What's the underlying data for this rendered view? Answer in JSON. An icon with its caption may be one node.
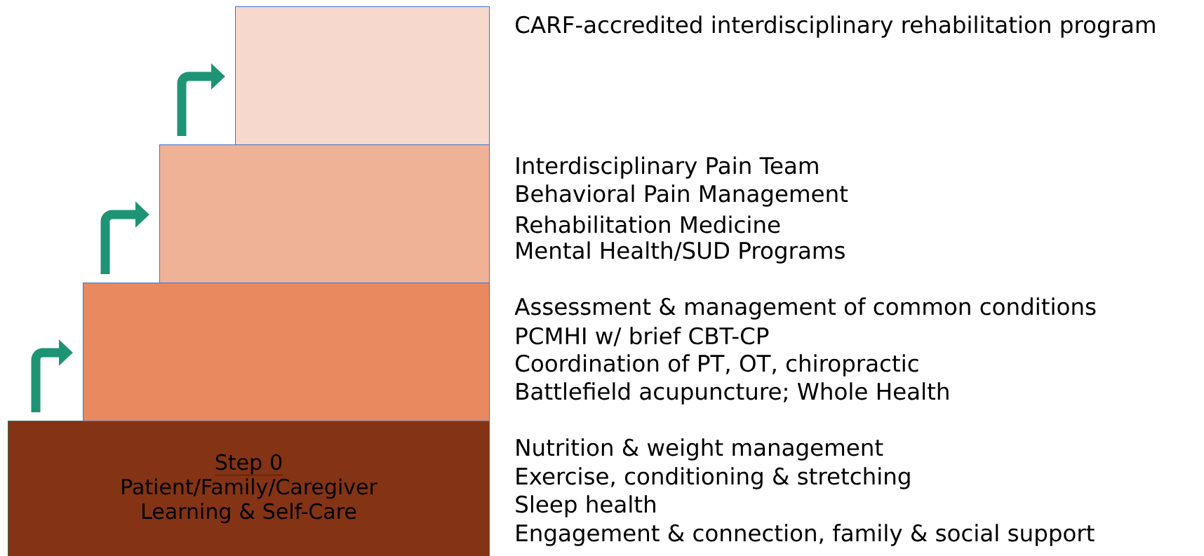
{
  "diagram": {
    "nodes": [
      {
        "text": [
          "Step 0",
          "Patient/Family/Caregiver Learning & Self-Care"
        ],
        "beside": [
          "Nutrition & weight management",
          "Exercise, conditioning & stretching",
          "Sleep health",
          "Engagement & connection, family & social support"
        ]
      },
      {
        "text": [],
        "shape": "box",
        "beside": [
          "Assessment & management of common conditions",
          "PCMHI w/ brief CBT-CP",
          "Coordination of PT, OT, chiropractic",
          "Battlefield acupuncture; Whole Health"
        ]
      },
      {
        "text": [],
        "shape": "box",
        "beside": [
          "Interdisciplinary Pain Team",
          "Behavioral Pain Management",
          "Rehabilitation Medicine",
          "Mental Health/SUD Programs"
        ]
      },
      {
        "text": [],
        "shape": "box",
        "beside": [
          "CARF-accredited interdisciplinary rehabilitation program"
        ]
      }
    ],
    "edges": [
      {
        "from": 0,
        "to": 1,
        "arrow": "to"
      },
      {
        "from": 1,
        "to": 2,
        "arrow": "to"
      },
      {
        "from": 2,
        "to": 3,
        "arrow": "to"
      }
    ]
  }
}
